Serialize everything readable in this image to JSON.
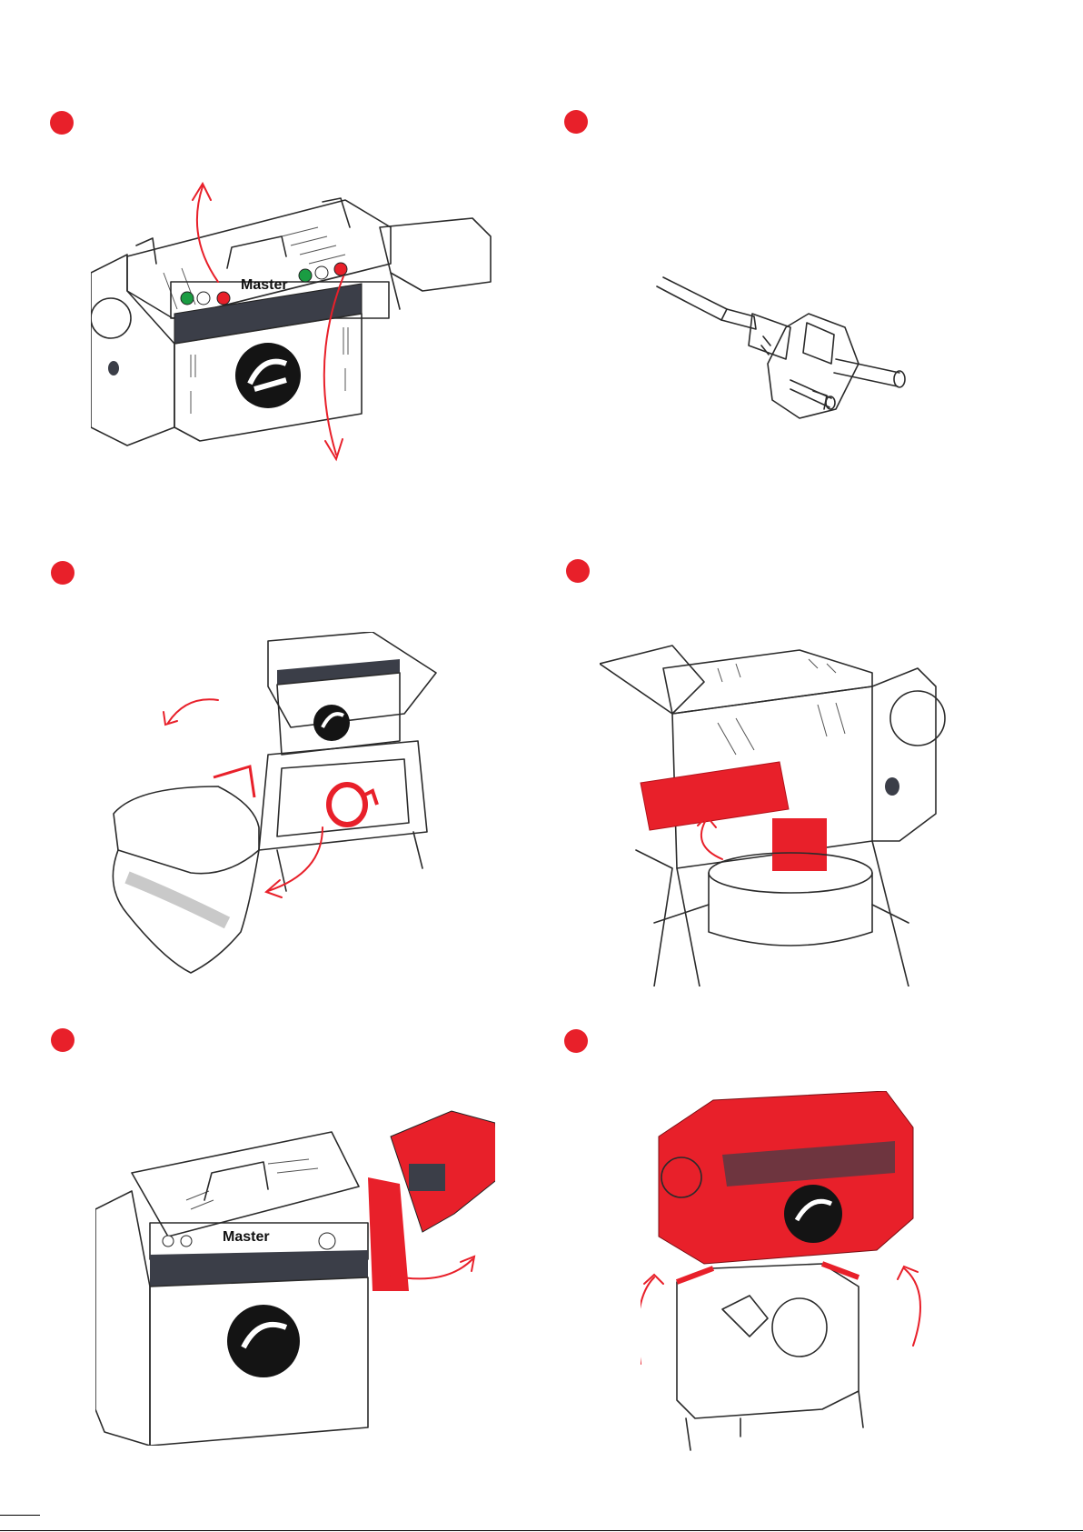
{
  "colors": {
    "accent": "#e8202a",
    "line": "#2b2b2b",
    "panel": "#3b3e48",
    "light_fill": "#f2f2f2"
  },
  "brand": {
    "name": "Master"
  },
  "steps": [
    {
      "id": 1,
      "illustration": "machine-with-switches"
    },
    {
      "id": 2,
      "illustration": "power-plug"
    },
    {
      "id": 3,
      "illustration": "bag-removal"
    },
    {
      "id": 4,
      "illustration": "filter-removal"
    },
    {
      "id": 5,
      "illustration": "hopper-removal"
    },
    {
      "id": 6,
      "illustration": "machine-lift-off-stand"
    }
  ]
}
